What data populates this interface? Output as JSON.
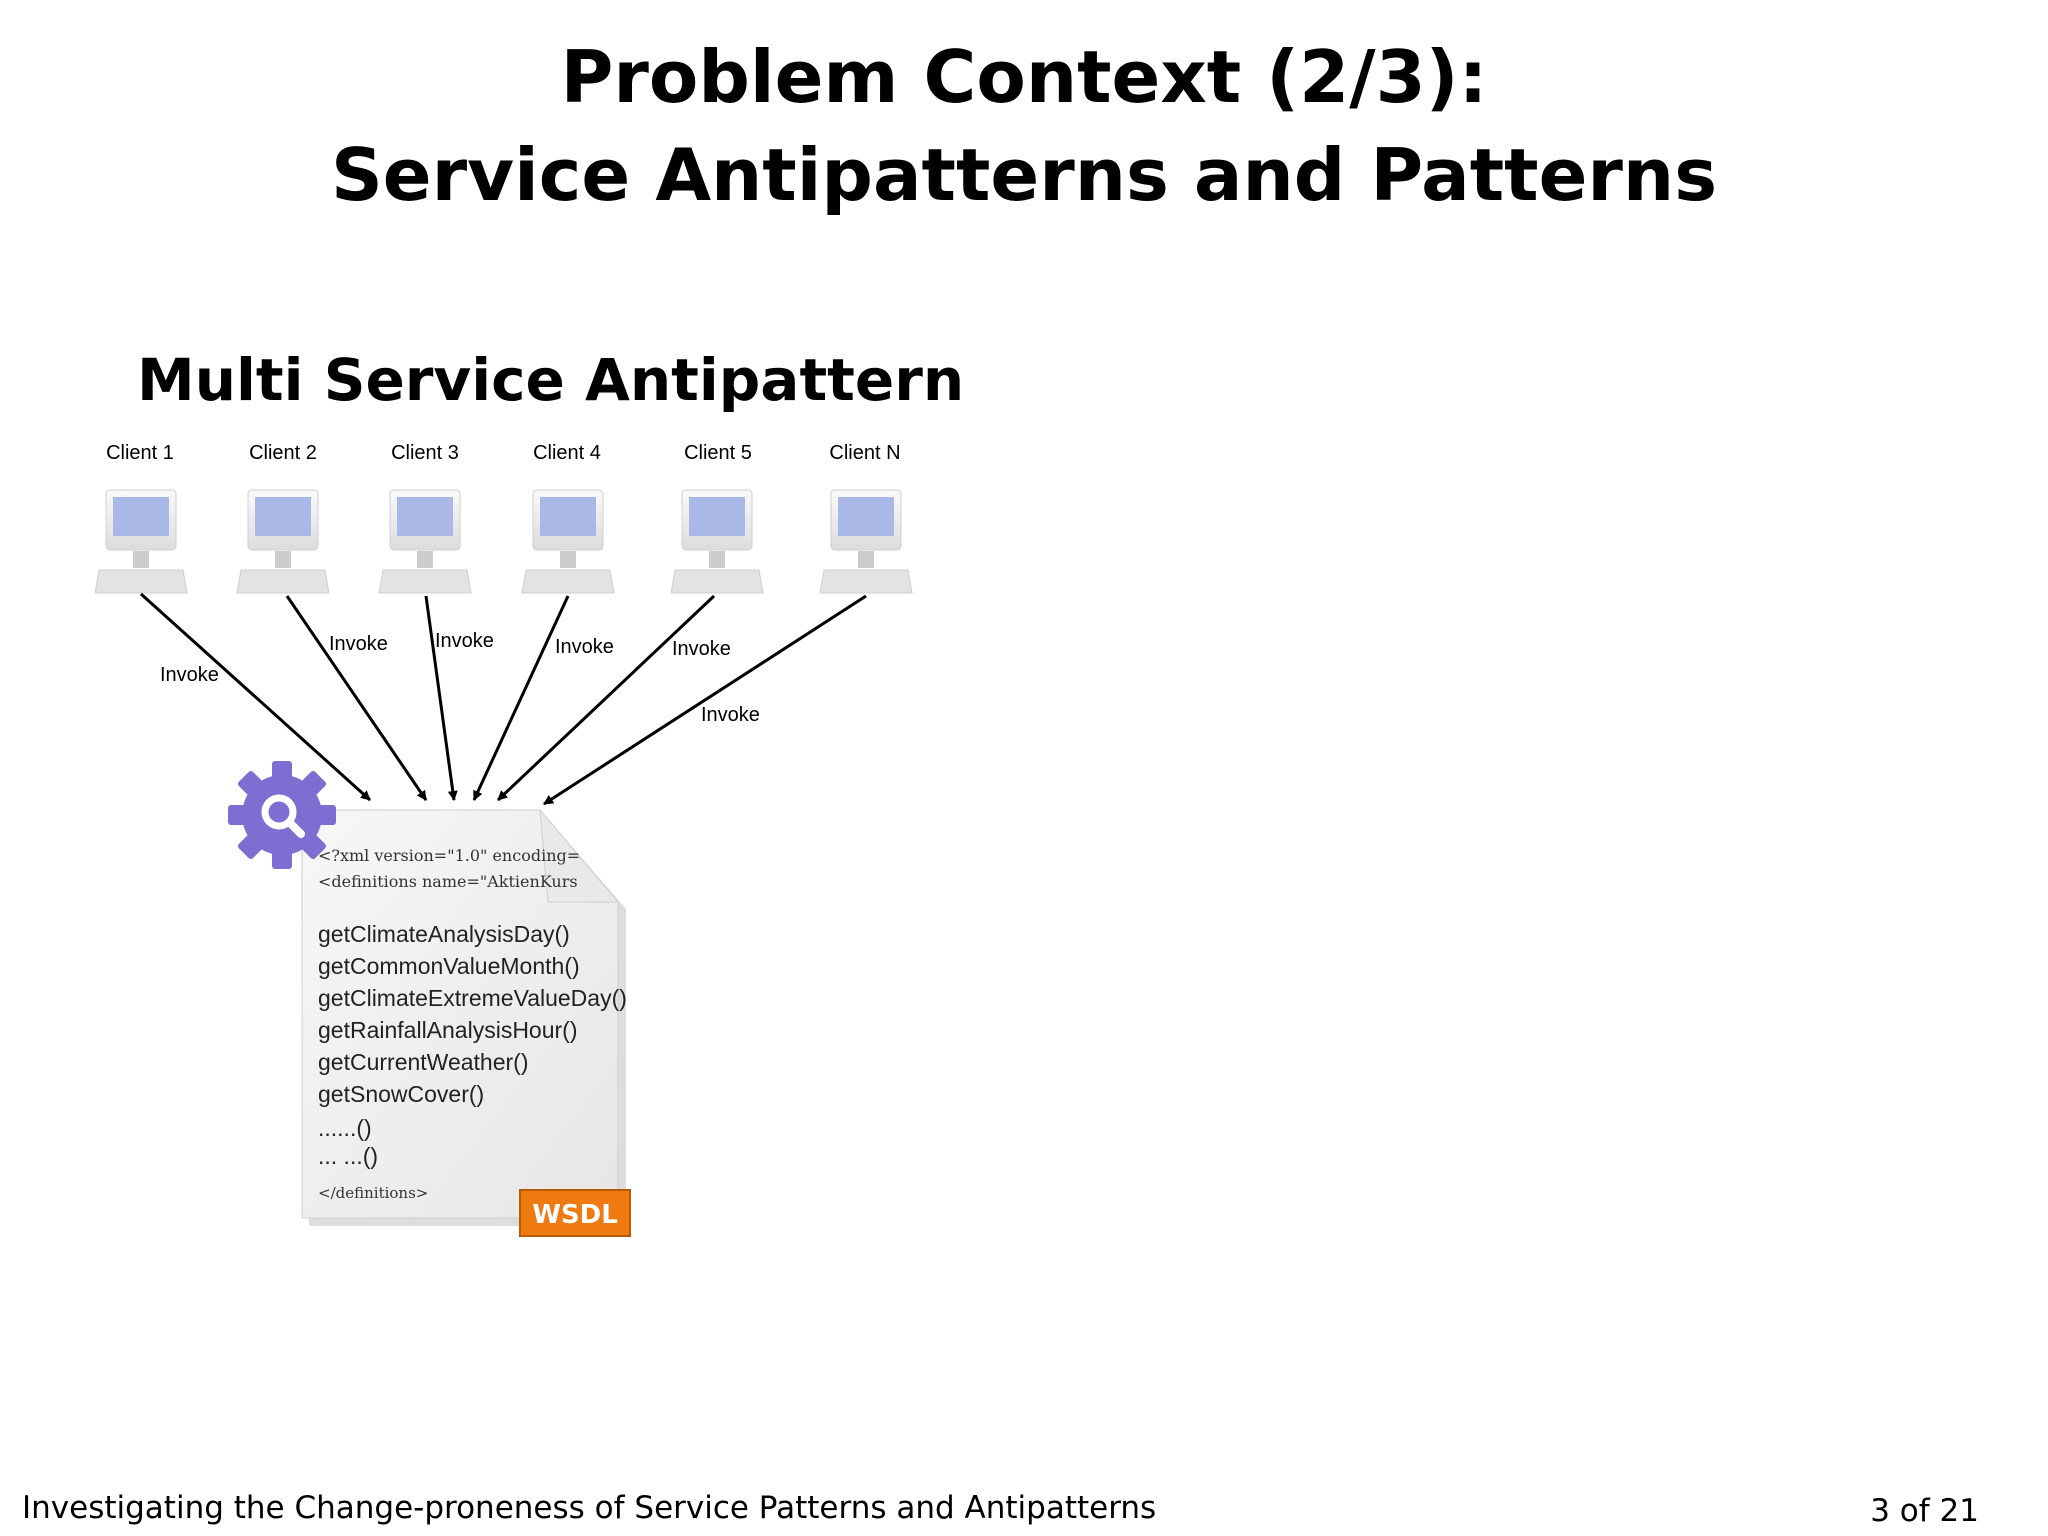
{
  "slide": {
    "title_line1": "Problem Context (2/3):",
    "title_line2": "Service Antipatterns and Patterns",
    "section_title": "Multi Service Antipattern"
  },
  "diagram": {
    "clients": [
      "Client 1",
      "Client 2",
      "Client 3",
      "Client 4",
      "Client 5",
      "Client N"
    ],
    "edge_label": "Invoke",
    "wsdl": {
      "xml_lines": [
        "<?xml version=\"1.0\" encoding=",
        "<definitions name=\"AktienKurs"
      ],
      "operations": [
        "getClimateAnalysisDay()",
        "getCommonValueMonth()",
        "getClimateExtremeValueDay()",
        "getRainfallAnalysisHour()",
        "getCurrentWeather()",
        "getSnowCover()",
        "......()",
        "... ...()"
      ],
      "closing_tag": "</definitions>",
      "badge": "WSDL"
    },
    "icons": {
      "client": "desktop-computer-icon",
      "service": "gear-search-icon"
    },
    "colors": {
      "screen": "#a9b8e6",
      "gear": "#7c6fd1",
      "badge": "#f07a12"
    }
  },
  "footer": {
    "presentation_title": "Investigating the Change-proneness of Service Patterns and Antipatterns",
    "page_number": "3 of 21"
  }
}
